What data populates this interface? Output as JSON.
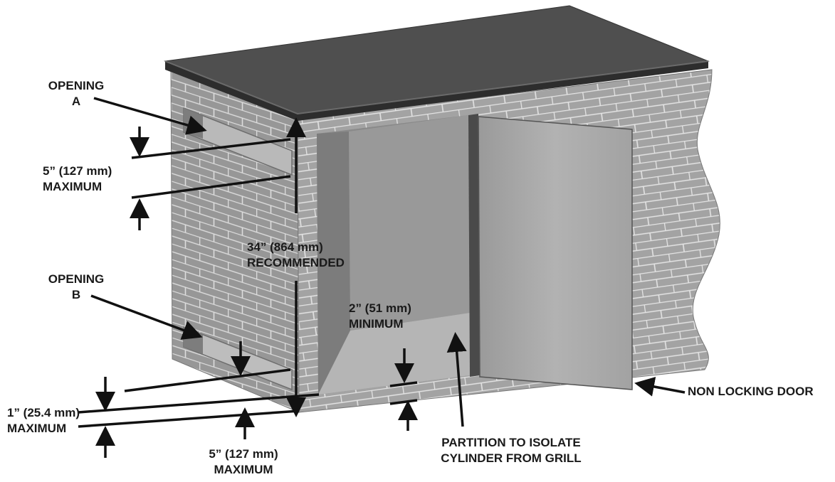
{
  "labels": {
    "opening_a": [
      "OPENING",
      "A"
    ],
    "opening_b": [
      "OPENING",
      "B"
    ],
    "dim_5in_top": [
      "5” (127 mm)",
      "MAXIMUM"
    ],
    "dim_34in": [
      "34” (864 mm)",
      "RECOMMENDED"
    ],
    "dim_2in": [
      "2” (51 mm)",
      "MINIMUM"
    ],
    "dim_1in": [
      "1” (25.4 mm)",
      "MAXIMUM"
    ],
    "dim_5in_bottom": [
      "5” (127 mm)",
      "MAXIMUM"
    ],
    "partition": [
      "PARTITION TO ISOLATE",
      "CYLINDER FROM GRILL"
    ],
    "door": [
      "NON LOCKING DOOR"
    ]
  },
  "colors": {
    "brick": "#9d9d9d",
    "mortar": "#e2e2e2",
    "roof_top": "#4f4f4f",
    "roof_edge": "#2d2d2d",
    "interior": "#8e8e8e",
    "door": "#a9a9a9",
    "ink": "#111111"
  }
}
